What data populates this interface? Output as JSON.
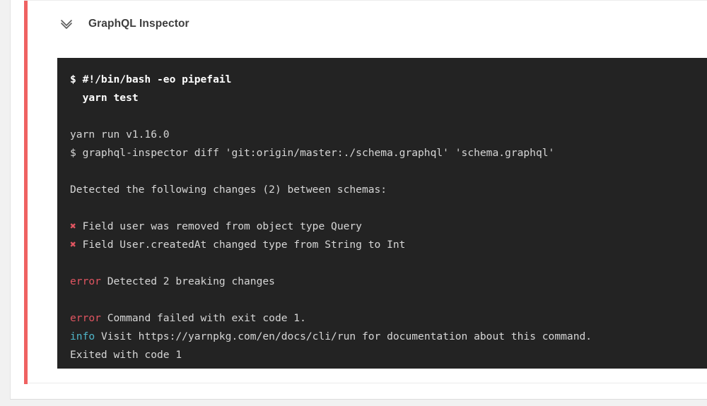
{
  "page": {
    "background_color": "#f1f1f1",
    "panel_background": "#ffffff"
  },
  "card": {
    "status_color": "#ef6262",
    "collapse_icon": "double-chevron-down-icon",
    "title": "GraphQL Inspector"
  },
  "terminal": {
    "background_color": "#232323",
    "text_color": "#d6d6d6",
    "error_color": "#e05561",
    "info_color": "#4fb6c9",
    "lines": [
      {
        "kind": "command",
        "segments": [
          {
            "style": "cmd",
            "text": "$ #!/bin/bash -eo pipefail"
          }
        ]
      },
      {
        "kind": "command",
        "segments": [
          {
            "style": "cmd",
            "text": "  yarn test"
          }
        ]
      },
      {
        "kind": "blank",
        "segments": []
      },
      {
        "kind": "output",
        "segments": [
          {
            "style": "plain",
            "text": "yarn run v1.16.0"
          }
        ]
      },
      {
        "kind": "output",
        "segments": [
          {
            "style": "plain",
            "text": "$ graphql-inspector diff 'git:origin/master:./schema.graphql' 'schema.graphql'"
          }
        ]
      },
      {
        "kind": "blank",
        "segments": []
      },
      {
        "kind": "output",
        "segments": [
          {
            "style": "plain",
            "text": "Detected the following changes (2) between schemas:"
          }
        ]
      },
      {
        "kind": "blank",
        "segments": []
      },
      {
        "kind": "output",
        "segments": [
          {
            "style": "x",
            "text": "✖"
          },
          {
            "style": "plain",
            "text": " Field user was removed from object type Query"
          }
        ]
      },
      {
        "kind": "output",
        "segments": [
          {
            "style": "x",
            "text": "✖"
          },
          {
            "style": "plain",
            "text": " Field User.createdAt changed type from String to Int"
          }
        ]
      },
      {
        "kind": "blank",
        "segments": []
      },
      {
        "kind": "output",
        "segments": [
          {
            "style": "error",
            "text": "error"
          },
          {
            "style": "plain",
            "text": " Detected 2 breaking changes"
          }
        ]
      },
      {
        "kind": "blank",
        "segments": []
      },
      {
        "kind": "output",
        "segments": [
          {
            "style": "error",
            "text": "error"
          },
          {
            "style": "plain",
            "text": " Command failed with exit code 1."
          }
        ]
      },
      {
        "kind": "output",
        "segments": [
          {
            "style": "info",
            "text": "info"
          },
          {
            "style": "plain",
            "text": " Visit https://yarnpkg.com/en/docs/cli/run for documentation about this command."
          }
        ]
      },
      {
        "kind": "output",
        "segments": [
          {
            "style": "plain",
            "text": "Exited with code 1"
          }
        ]
      }
    ]
  }
}
